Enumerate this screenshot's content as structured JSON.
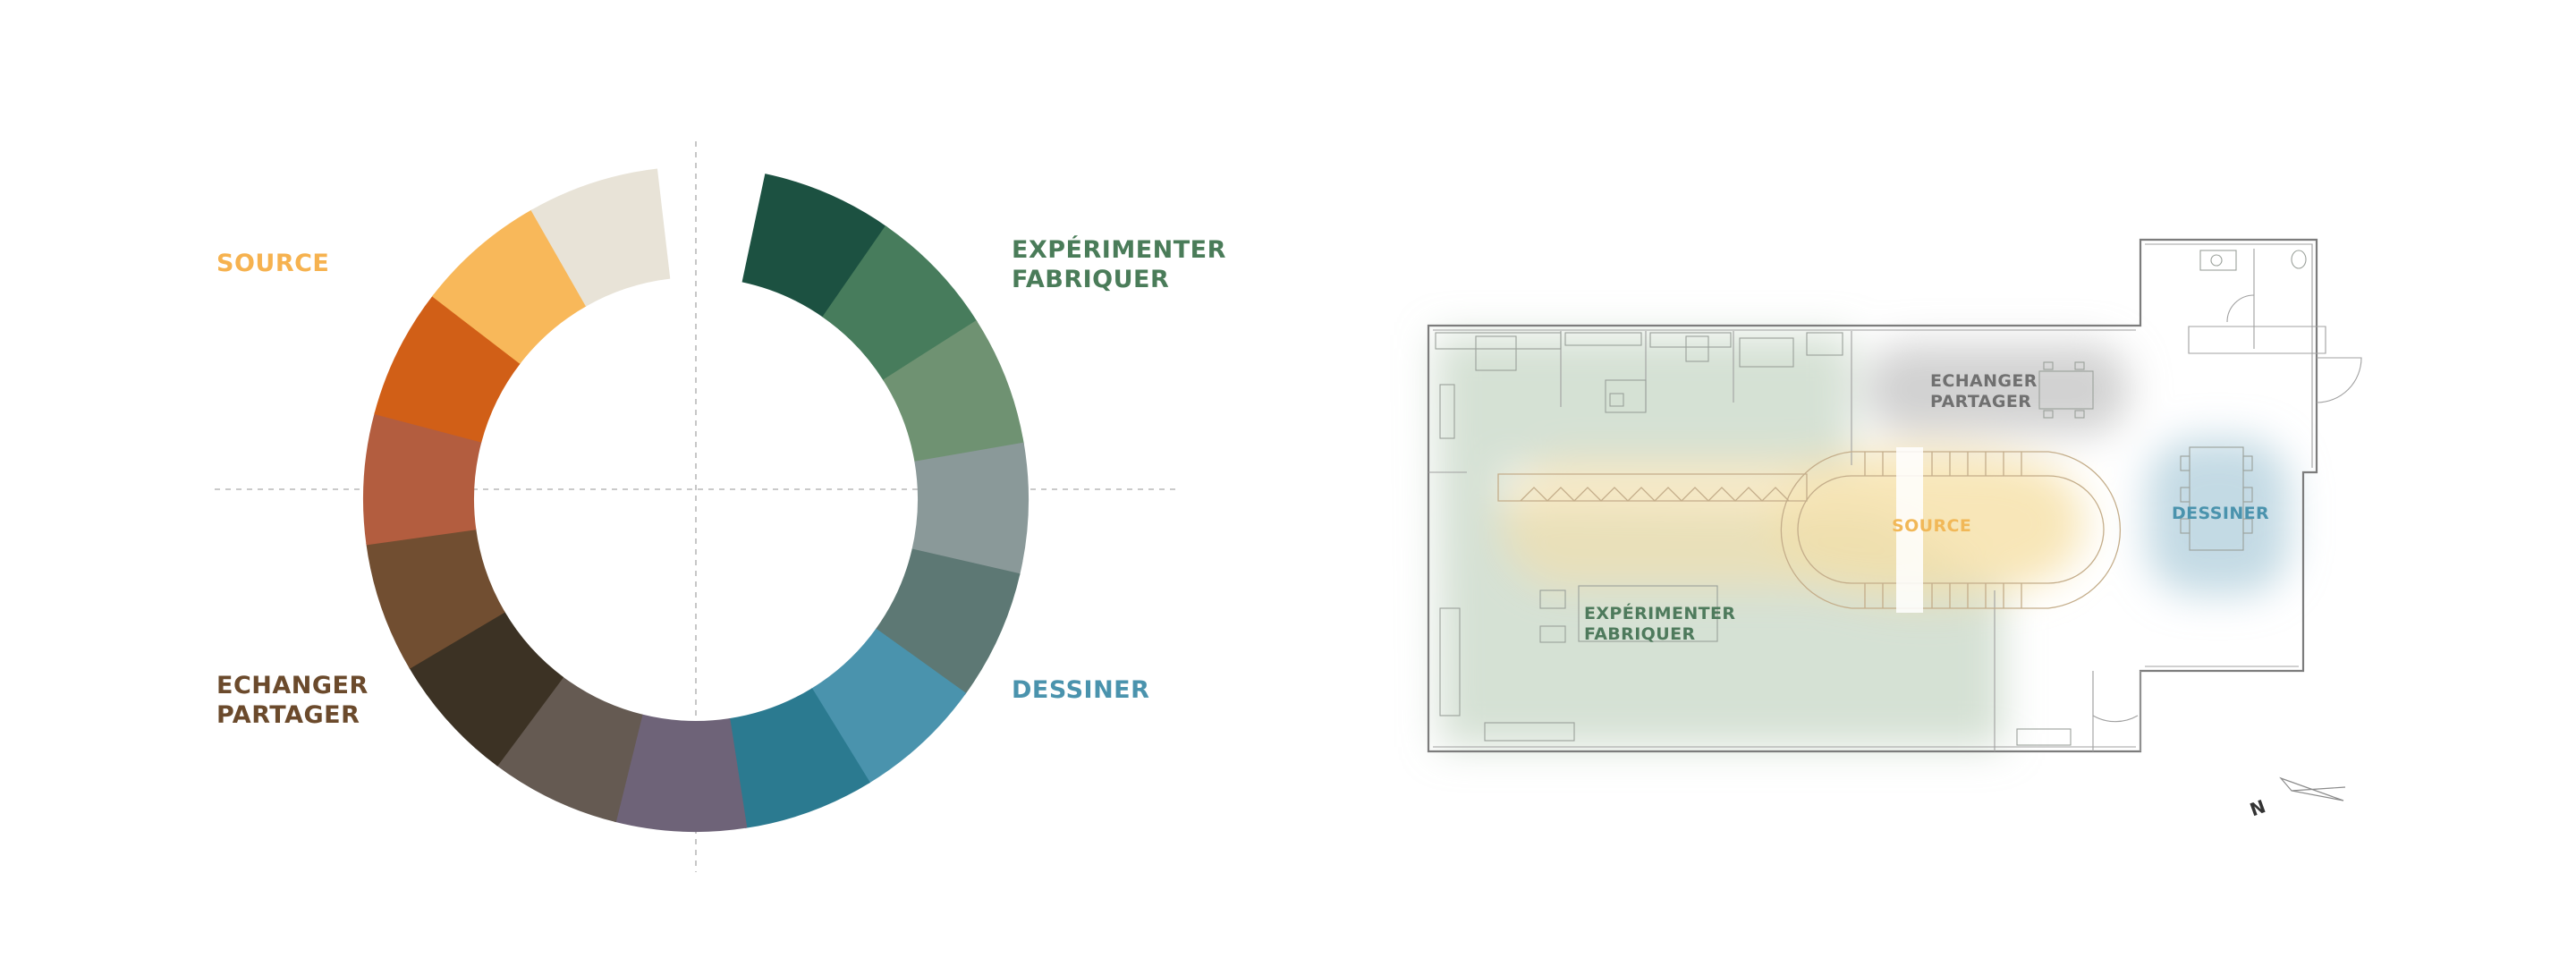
{
  "wheel": {
    "labels": {
      "source": "SOURCE",
      "experimenter_line1": "EXPÉRIMENTER",
      "experimenter_line2": "FABRIQUER",
      "echanger_line1": "ECHANGER",
      "echanger_line2": "PARTAGER",
      "dessiner": "DESSINER"
    },
    "label_colors": {
      "source": "#f6b24f",
      "experimenter": "#4a7c59",
      "echanger": "#6b4a2c",
      "dessiner": "#4a93ad"
    },
    "segment_colors": [
      "#1c5141",
      "#477c5c",
      "#6f9272",
      "#8a9999",
      "#5d7874",
      "#4a93ad",
      "#2b7a90",
      "#6e6378",
      "#655a52",
      "#3c3224",
      "#714e31",
      "#b35d3f",
      "#d15f17",
      "#f8b85a",
      "#e8e3d7"
    ]
  },
  "plan": {
    "zones": {
      "echanger_line1": "ECHANGER",
      "echanger_line2": "PARTAGER",
      "source": "SOURCE",
      "dessiner": "DESSINER",
      "experimenter_line1": "EXPÉRIMENTER",
      "experimenter_line2": "FABRIQUER"
    },
    "zone_colors": {
      "experimenter": "#b9cdb8",
      "source": "#f6dfa6",
      "echanger": "#c2c2c2",
      "dessiner": "#a9cad8"
    },
    "north_label": "N"
  }
}
